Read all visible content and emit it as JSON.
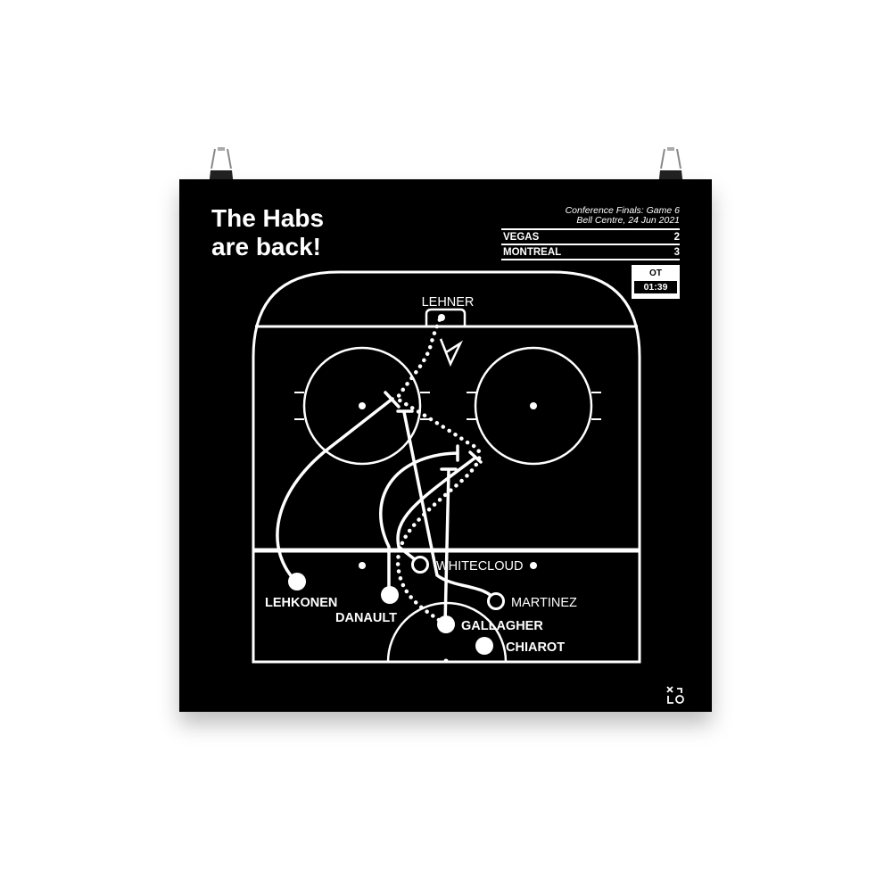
{
  "poster": {
    "title_line1": "The Habs",
    "title_line2": "are back!",
    "game": "Conference Finals: Game 6",
    "venue_date": "Bell Centre, 24 Jun 2021",
    "teams": [
      {
        "name": "VEGAS",
        "score": "2"
      },
      {
        "name": "MONTREAL",
        "score": "3"
      }
    ],
    "period": "OT",
    "time": "01:39",
    "players": {
      "goalie": "LEHNER",
      "lehkonen": "LEHKONEN",
      "danault": "DANAULT",
      "whitecloud": "WHITECLOUD",
      "martinez": "MARTINEZ",
      "gallagher": "GALLAGHER",
      "chiarot": "CHIAROT"
    },
    "colors": {
      "background": "#000000",
      "foreground": "#ffffff"
    }
  }
}
